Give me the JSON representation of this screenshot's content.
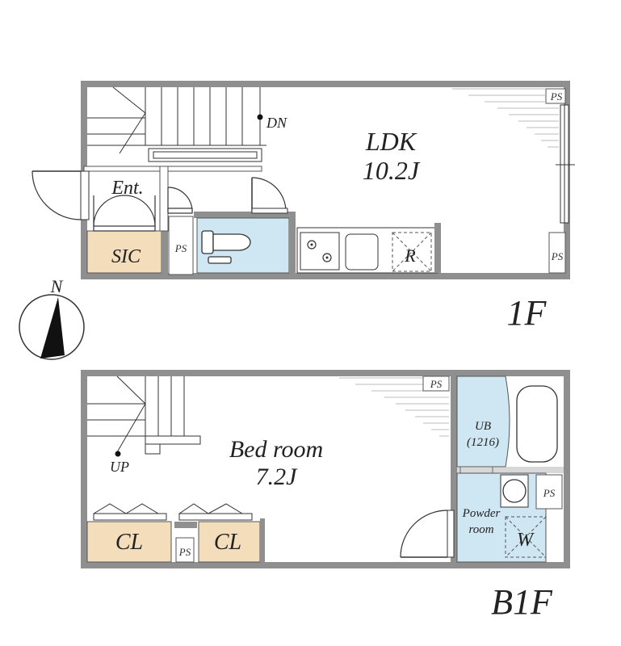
{
  "compass": {
    "north_label": "N"
  },
  "floor_1f": {
    "floor_label": "1F",
    "ldk": {
      "name": "LDK",
      "size": "10.2J"
    },
    "stairs_label": "DN",
    "entrance_label": "Ent.",
    "sic_label": "SIC",
    "ps_labels": [
      "PS",
      "PS",
      "PS"
    ],
    "refrigerator_label": "R"
  },
  "floor_b1f": {
    "floor_label": "B1F",
    "bedroom": {
      "name": "Bed room",
      "size": "7.2J"
    },
    "stairs_label": "UP",
    "closet_labels": [
      "CL",
      "CL"
    ],
    "ps_labels": [
      "PS",
      "PS",
      "PS"
    ],
    "bath": {
      "name": "UB",
      "size": "(1216)"
    },
    "powder_room": {
      "line1": "Powder",
      "line2": "room"
    },
    "washer_label": "W"
  },
  "colors": {
    "wall": "#8f8f8f",
    "wet_area": "#cfe6f3",
    "storage": "#f3ddbb"
  }
}
